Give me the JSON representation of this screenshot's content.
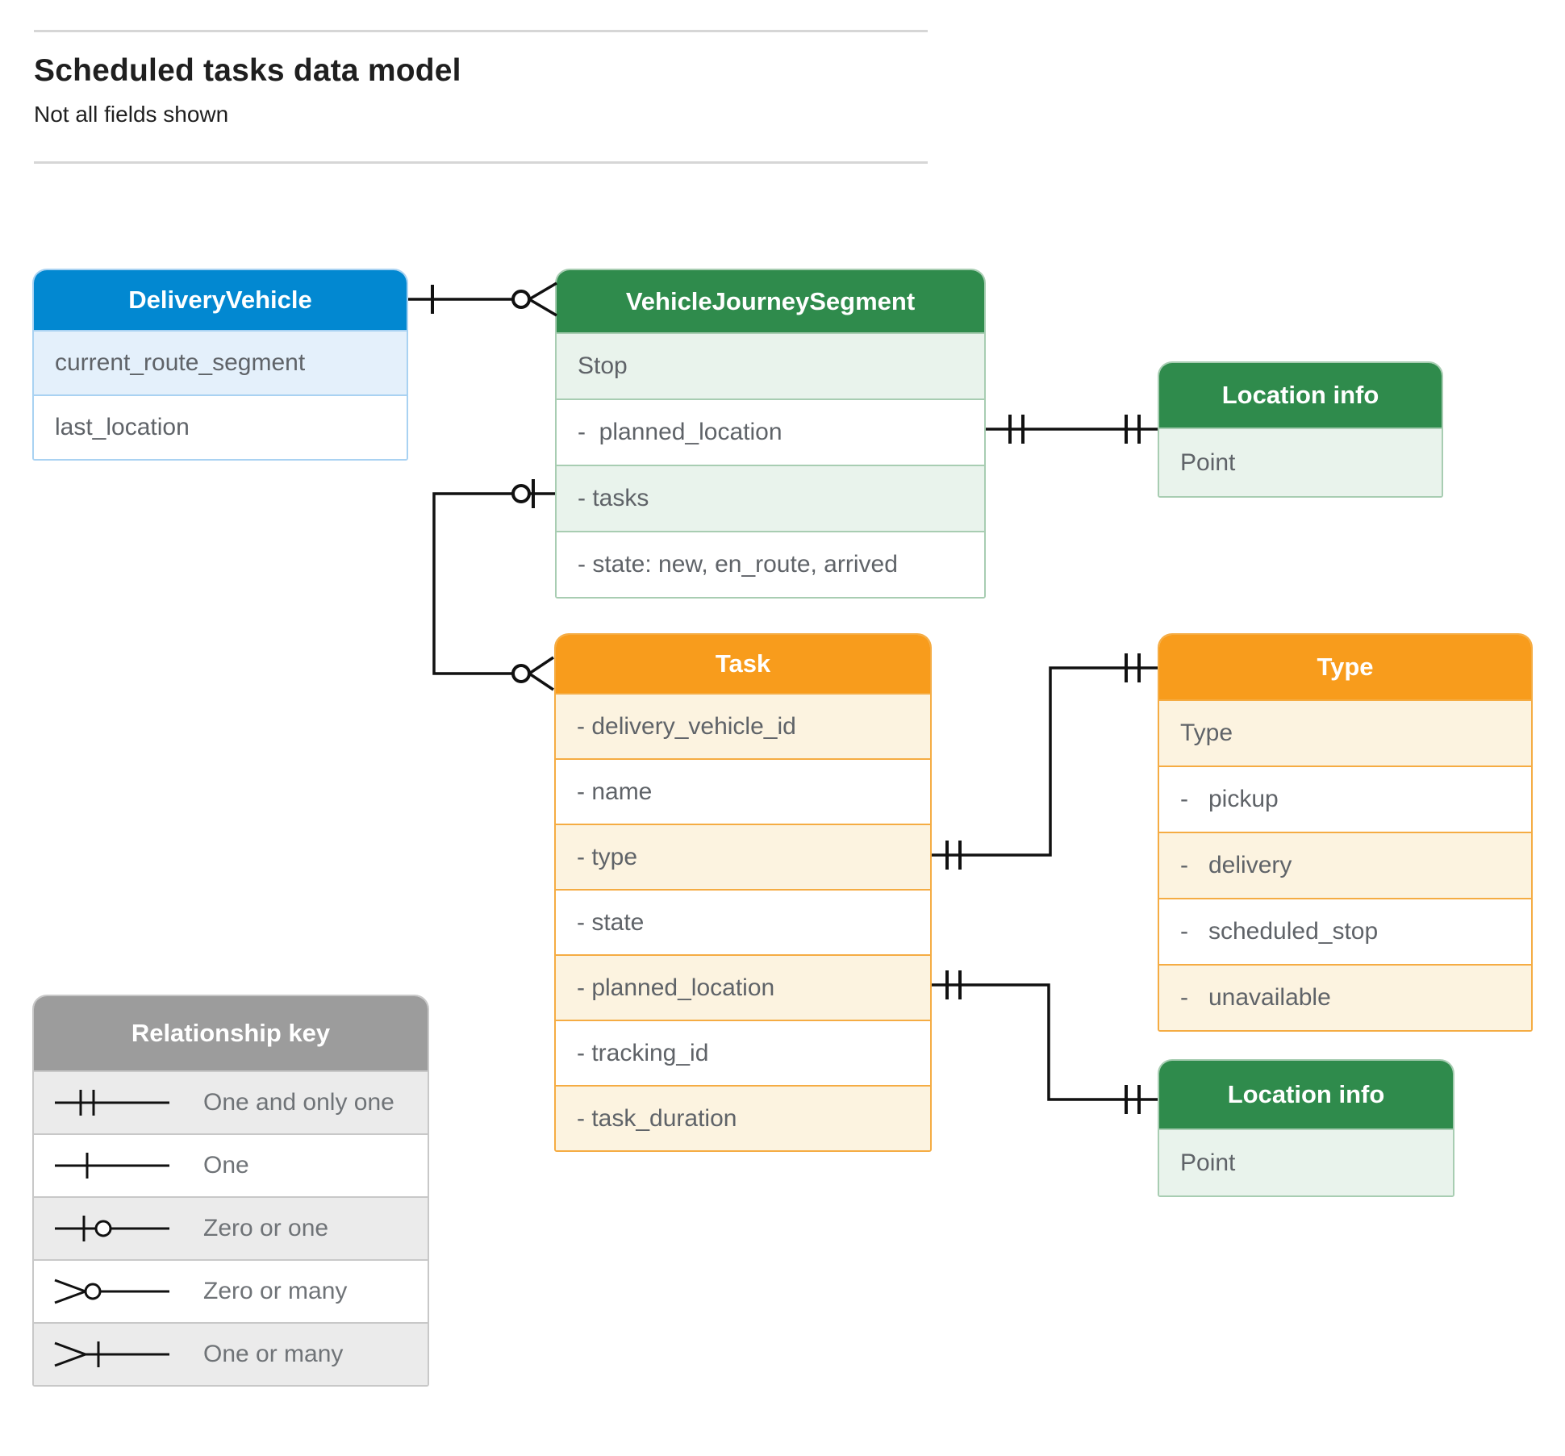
{
  "page": {
    "title": "Scheduled tasks data model",
    "subtitle": "Not all fields shown"
  },
  "entities": {
    "delivery_vehicle": {
      "title": "DeliveryVehicle",
      "rows": [
        "current_route_segment",
        "last_location"
      ]
    },
    "vehicle_journey_segment": {
      "title": "VehicleJourneySegment",
      "rows": [
        "Stop",
        "-  planned_location",
        "- tasks",
        "- state: new, en_route, arrived"
      ]
    },
    "location_info_top": {
      "title": "Location info",
      "rows": [
        "Point"
      ]
    },
    "task": {
      "title": "Task",
      "rows": [
        "- delivery_vehicle_id",
        "- name",
        "- type",
        "- state",
        "- planned_location",
        "- tracking_id",
        "- task_duration"
      ]
    },
    "type": {
      "title": "Type",
      "rows": [
        "Type",
        "-   pickup",
        "-   delivery",
        "-   scheduled_stop",
        "-   unavailable"
      ]
    },
    "location_info_bottom": {
      "title": "Location info",
      "rows": [
        "Point"
      ]
    }
  },
  "relationships": [
    {
      "from": "DeliveryVehicle",
      "to": "VehicleJourneySegment",
      "from_symbol": "one",
      "to_symbol": "zero-or-many"
    },
    {
      "from": "VehicleJourneySegment.planned_location",
      "to": "Location info (top)",
      "from_symbol": "one-and-only-one",
      "to_symbol": "one-and-only-one"
    },
    {
      "from": "VehicleJourneySegment.tasks",
      "to": "Task",
      "from_symbol": "zero-or-one",
      "to_symbol": "zero-or-many"
    },
    {
      "from": "Task.type",
      "to": "Type",
      "from_symbol": "one-and-only-one",
      "to_symbol": "one-and-only-one"
    },
    {
      "from": "Task.planned_location",
      "to": "Location info (bottom)",
      "from_symbol": "one-and-only-one",
      "to_symbol": "one-and-only-one"
    }
  ],
  "legend": {
    "title": "Relationship key",
    "items": [
      {
        "symbol": "one-and-only-one",
        "label": "One and only one"
      },
      {
        "symbol": "one",
        "label": "One"
      },
      {
        "symbol": "zero-or-one",
        "label": "Zero or one"
      },
      {
        "symbol": "zero-or-many",
        "label": "Zero or many"
      },
      {
        "symbol": "one-or-many",
        "label": "One or many"
      }
    ]
  },
  "colors": {
    "blue_header": "#0288d1",
    "green_header": "#2f8b4c",
    "orange_header": "#f89c1c",
    "gray_header": "#9c9c9c"
  }
}
